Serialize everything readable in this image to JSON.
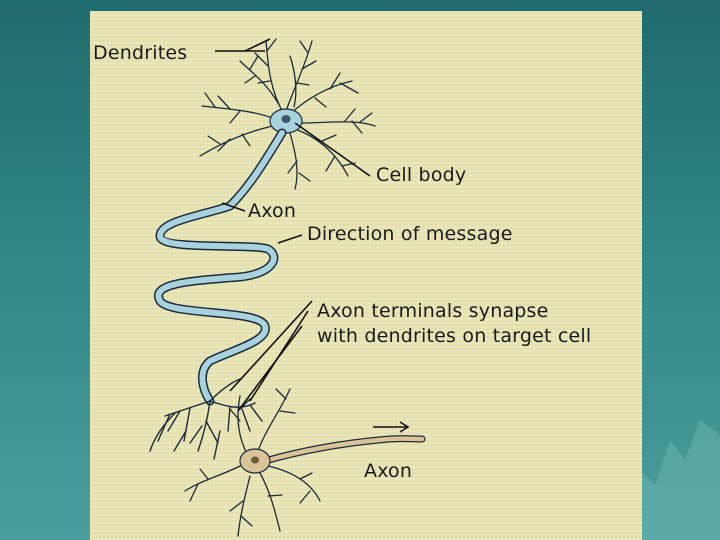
{
  "slide": {
    "background_color": "#2f8684",
    "panel_color": "#e9e6b8"
  },
  "diagram": {
    "labels": {
      "dendrites": "Dendrites",
      "cell_body": "Cell body",
      "axon_top": "Axon",
      "direction": "Direction of message",
      "terminals_line1": "Axon terminals synapse",
      "terminals_line2": "with dendrites on target cell",
      "axon_bottom": "Axon"
    },
    "colors": {
      "neuron_fill": "#a9d2df",
      "neuron_outline": "#1b2a3a",
      "target_neuron_fill": "#d9c49a",
      "leader_line": "#111111"
    }
  }
}
